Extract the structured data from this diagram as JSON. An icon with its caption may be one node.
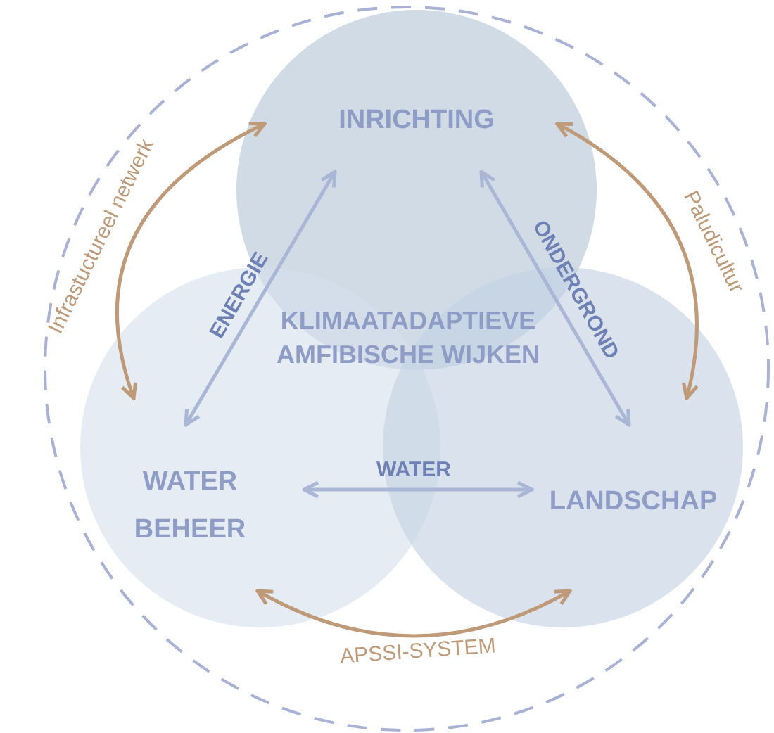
{
  "diagram": {
    "nodes": [
      {
        "text": [
          "INRICHTING"
        ]
      },
      {
        "text": [
          "WATER BEHEER"
        ]
      },
      {
        "text": [
          "LANDSCHAP"
        ]
      }
    ],
    "edges": [
      {
        "from": 0,
        "to": 1,
        "arrow": "both",
        "label": "ENERGIE"
      },
      {
        "from": 0,
        "to": 2,
        "arrow": "both",
        "label": "ONDERGROND"
      },
      {
        "from": 1,
        "to": 2,
        "arrow": "both",
        "label": "WATER"
      },
      {
        "from": 1,
        "to": 0,
        "arrow": "both",
        "label": "Infrastuctureel netwerk",
        "color": "#bf9a78"
      },
      {
        "from": 0,
        "to": 2,
        "arrow": "both",
        "label": "Paludicultur",
        "color": "#bf9a78"
      },
      {
        "from": 1,
        "to": 2,
        "arrow": "both",
        "label": "APSSI-SYSTEM",
        "color": "#bf9a78"
      }
    ],
    "labels": [
      "KLIMAATADAPTIEVE AMFIBISCHE WIJKEN"
    ]
  }
}
